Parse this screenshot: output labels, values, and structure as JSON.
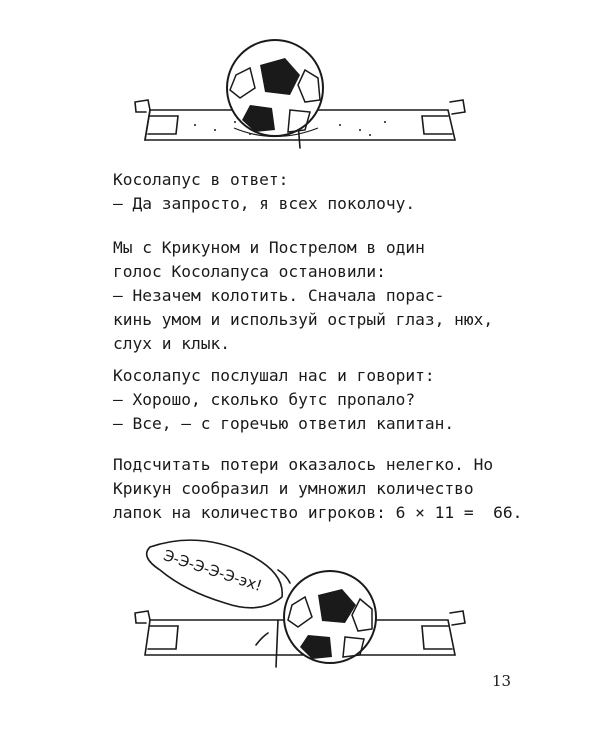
{
  "paragraphs": [
    {
      "lines": [
        "Косолапус в ответ:",
        "— Да запросто, я всех поколочу."
      ]
    },
    {
      "lines": [
        "Мы с Крикуном и Пострелом в один",
        "голос Косолапуса остановили:",
        "— Незачем колотить. Сначала порас-",
        "кинь умом и используй острый глаз, нюх,",
        "слух и клык."
      ]
    },
    {
      "lines": [
        "Косолапус послушал нас и говорит:",
        "— Хорошо, сколько бутс пропало?",
        "— Все, — с горечью ответил капитан."
      ]
    },
    {
      "lines": [
        "Подсчитать потери оказалось нелегко. Но",
        "Крикун сообразил и умножил количество",
        "лапок на количество игроков: 6 × 11 =  66."
      ]
    }
  ],
  "illustrations": {
    "bottom_speech": "Э-Э-Э-Э-Э-эх!"
  },
  "page_number": "13"
}
